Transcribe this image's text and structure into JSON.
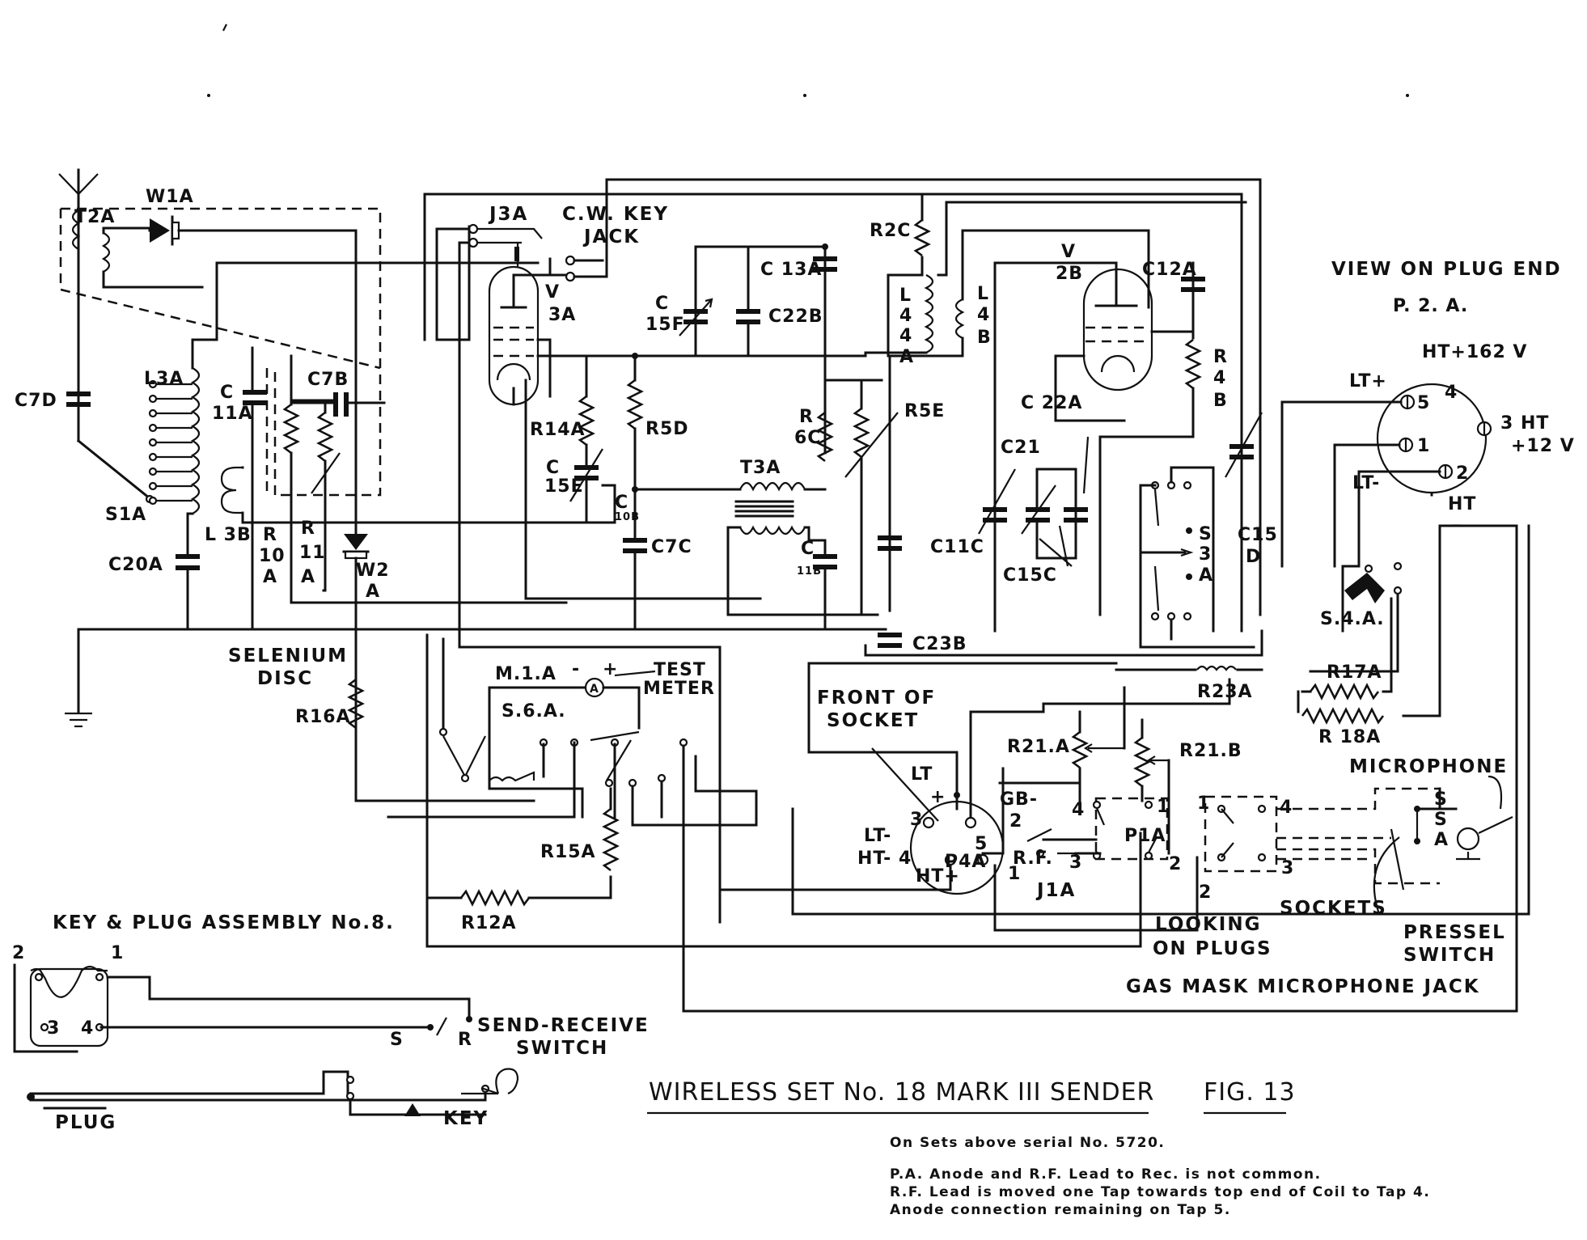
{
  "labels": {
    "w1a": "W1A",
    "t2a": "T2A",
    "c7d": "C7D",
    "l3a": "L3A",
    "c11a_1": "C",
    "c11a_2": "11A",
    "c7b": "C7B",
    "s1a": "S1A",
    "l3b": "L 3B",
    "c20a": "C20A",
    "r10a_1": "R",
    "r10a_2": "10",
    "r10a_3": "A",
    "r11a_1": "R",
    "r11a_2": "11",
    "r11a_3": "A",
    "w2a_1": "W2",
    "w2a_2": "A",
    "selenium_1": "SELENIUM",
    "selenium_2": "DISC",
    "r16a": "R16A",
    "j3a": "J3A",
    "cwkey_1": "C.W. KEY",
    "cwkey_2": "JACK",
    "v3a_1": "V",
    "v3a_2": "3A",
    "c15f_1": "C",
    "c15f_2": "15F",
    "c22b": "C22B",
    "c13a": "C 13A",
    "r14a": "R14A",
    "r5d": "R5D",
    "c15e_1": "C",
    "c15e_2": "15E",
    "c10b_1": "C",
    "c10b_2": "10B",
    "c7c": "C7C",
    "t3a": "T3A",
    "r6c_1": "R",
    "r6c_2": "6C",
    "c11b_1": "C",
    "c11b_2": "11B",
    "r2c": "R2C",
    "r5e": "R5E",
    "l4a_1": "L",
    "l4a_2": "4",
    "l4a_3": "4",
    "l4a_4": "A",
    "l4b_1": "L",
    "l4b_2": "4",
    "l4b_3": "B",
    "v2b_1": "V",
    "v2b_2": "2B",
    "c12a": "C12A",
    "r4b_1": "R",
    "r4b_2": "4",
    "r4b_3": "B",
    "c22a": "C 22A",
    "c21": "C21",
    "c15c": "C15C",
    "c11c": "C11C",
    "c23b": "C23B",
    "s3a_1": "S",
    "s3a_2": "3",
    "s3a_3": "A",
    "c15d_1": "C15",
    "c15d_2": "D",
    "view_plug": "VIEW   ON PLUG  END",
    "p2a": "P. 2. A.",
    "ht162": "HT+162 V",
    "lt_plus": "LT+",
    "ht12_1": "3 HT",
    "ht12_2": "+12 V",
    "lt_minus": "LT-",
    "ht_under": "HT",
    "ht_under2": "_",
    "pin5": "5",
    "pin4": "4",
    "pin1": "1",
    "pin2": "2",
    "s4a": "S.4.A.",
    "r17a": "R17A",
    "r18a": "R 18A",
    "r23a": "R23A",
    "m1a": "M.1.A",
    "meter_minus": "-",
    "meter_plus": "+",
    "meter_a": "A",
    "test_1": "TEST",
    "test_2": "METER",
    "s6a": "S.6.A.",
    "r15a": "R15A",
    "r12a": "R12A",
    "front_1": "FRONT OF",
    "front_2": "SOCKET",
    "lt": "LT",
    "lt_plus2": "+",
    "p4a_3": "3",
    "lt_minus2": "LT-",
    "ht_minus": "HT- 4",
    "p4a": "P4A",
    "p4a_5": "5",
    "ht_plus": "HT+",
    "p4a_1": "1",
    "r21a": "R21.A",
    "r21b": "R21.B",
    "gb_1": "GB-",
    "gb_2": "2",
    "p1a": "P1A",
    "p1a_4": "4",
    "p1a_1": "1",
    "p1a_3": "3",
    "p1a_2": "2",
    "rf": "R.F.",
    "j1a": "J1A",
    "looking_1": "LOOKING",
    "looking_2": "ON PLUGS",
    "microphone": "MICROPHONE",
    "mic_s1": "S",
    "mic_s2": "S",
    "mic_a": "A",
    "sock_1": "1",
    "sock_4": "4",
    "sock_3": "3",
    "sock_2": "2",
    "sockets": "SOCKETS",
    "pressel_1": "PRESSEL",
    "pressel_2": "SWITCH",
    "gas_mask": "GAS MASK  MICROPHONE   JACK",
    "key_plug": "KEY & PLUG  ASSEMBLY  No.8.",
    "kp_2": "2",
    "kp_1": "1",
    "kp_3": "3",
    "kp_4": "4",
    "kp_s": "S",
    "kp_r": "R",
    "send_1": "SEND-RECEIVE",
    "send_2": "SWITCH",
    "plug": "PLUG",
    "key": "KEY"
  },
  "title": {
    "main": "WIRELESS SET No. 18 MARK III SENDER",
    "fig": "FIG. 13"
  },
  "notes": {
    "serial": "On Sets above serial No. 5720.",
    "line1": "P.A. Anode and R.F. Lead to Rec. is not common.",
    "line2": "R.F. Lead is moved one Tap towards top end of Coil to Tap 4.",
    "line3": "Anode connection remaining on Tap 5."
  }
}
